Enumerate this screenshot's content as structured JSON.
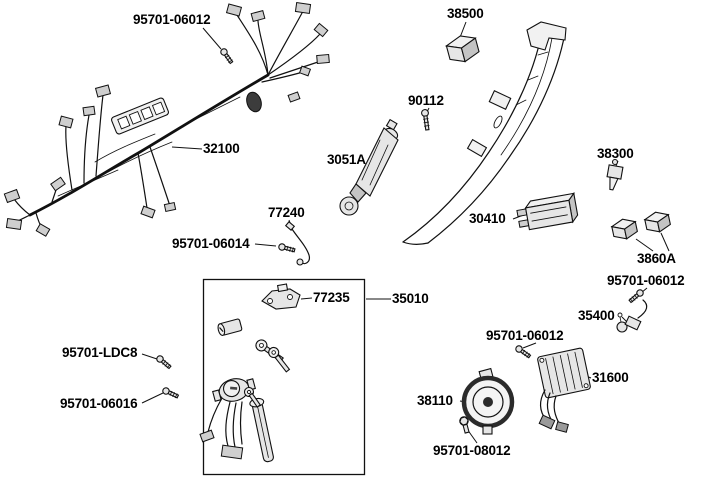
{
  "page": {
    "background": "#ffffff",
    "line_color": "#111111"
  },
  "diagram_type": "exploded-parts-diagram",
  "labels": [
    {
      "name": "bolt-95701-06012-top",
      "text": "95701-06012"
    },
    {
      "name": "relay-38500",
      "text": "38500"
    },
    {
      "name": "bolt-90112",
      "text": "90112"
    },
    {
      "name": "ignition-coil-3051A",
      "text": "3051A"
    },
    {
      "name": "wire-harness-32100",
      "text": "32100"
    },
    {
      "name": "fuse-38300",
      "text": "38300"
    },
    {
      "name": "cdi-unit-30410",
      "text": "30410"
    },
    {
      "name": "connector-covers-3860A",
      "text": "3860A"
    },
    {
      "name": "cable-77240",
      "text": "77240"
    },
    {
      "name": "bolt-95701-06014",
      "text": "95701-06014"
    },
    {
      "name": "bolt-95701-06012-right",
      "text": "95701-06012"
    },
    {
      "name": "switch-35400",
      "text": "35400"
    },
    {
      "name": "latch-77235",
      "text": "77235"
    },
    {
      "name": "lock-set-35010",
      "text": "35010"
    },
    {
      "name": "bolt-95701-06012-mid",
      "text": "95701-06012"
    },
    {
      "name": "regulator-31600",
      "text": "31600"
    },
    {
      "name": "screw-95701-LDC8",
      "text": "95701-LDC8"
    },
    {
      "name": "bolt-95701-06016",
      "text": "95701-06016"
    },
    {
      "name": "horn-38110",
      "text": "38110"
    },
    {
      "name": "bolt-95701-08012",
      "text": "95701-08012"
    }
  ]
}
